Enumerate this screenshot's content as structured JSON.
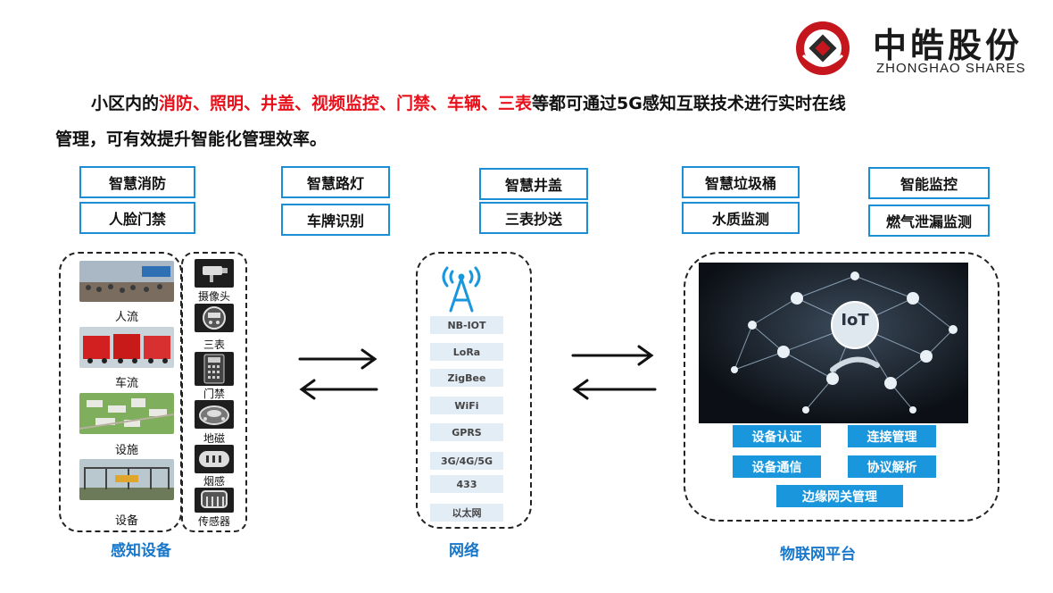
{
  "logo": {
    "name_cn": "中皓股份",
    "name_en": "ZHONGHAO SHARES",
    "colors": {
      "red": "#c4161c",
      "dark": "#2a2a2a"
    }
  },
  "intro": {
    "prefix": "小区内的",
    "highlights": [
      "消防、照明、井盖、视频监控、门禁、车辆、三表"
    ],
    "line1_rest": "等都可通过5G感知互联技术进行实时在线",
    "line2": "管理，可有效提升智能化管理效率。"
  },
  "applications": [
    [
      "智慧消防",
      "人脸门禁"
    ],
    [
      "智慧路灯",
      "车牌识别"
    ],
    [
      "智慧井盖",
      "三表抄送"
    ],
    [
      "智慧垃圾桶",
      "水质监测"
    ],
    [
      "智能监控",
      "燃气泄漏监测"
    ]
  ],
  "sensing": {
    "photos": [
      "人流",
      "车流",
      "设施",
      "设备"
    ],
    "devices": [
      {
        "label": "摄像头",
        "icon": "camera-icon"
      },
      {
        "label": "三表",
        "icon": "meter-icon"
      },
      {
        "label": "门禁",
        "icon": "keypad-icon"
      },
      {
        "label": "地磁",
        "icon": "geomagnetic-sensor-icon"
      },
      {
        "label": "烟感",
        "icon": "smoke-detector-icon"
      },
      {
        "label": "传感器",
        "icon": "sensor-icon"
      }
    ],
    "caption": "感知设备"
  },
  "network": {
    "protocols": [
      "NB-IOT",
      "LoRa",
      "ZigBee",
      "WiFi",
      "GPRS",
      "3G/4G/5G",
      "433",
      "以太网"
    ],
    "caption": "网络",
    "icon": "antenna-icon"
  },
  "platform": {
    "iot_label": "IoT",
    "functions": [
      "设备认证",
      "连接管理",
      "设备通信",
      "协议解析",
      "边缘网关管理"
    ],
    "caption": "物联网平台"
  },
  "colors": {
    "accent": "#1a97dc",
    "highlight": "#e8101a",
    "caption": "#1877c9",
    "box_border": "#1a8fd6"
  }
}
